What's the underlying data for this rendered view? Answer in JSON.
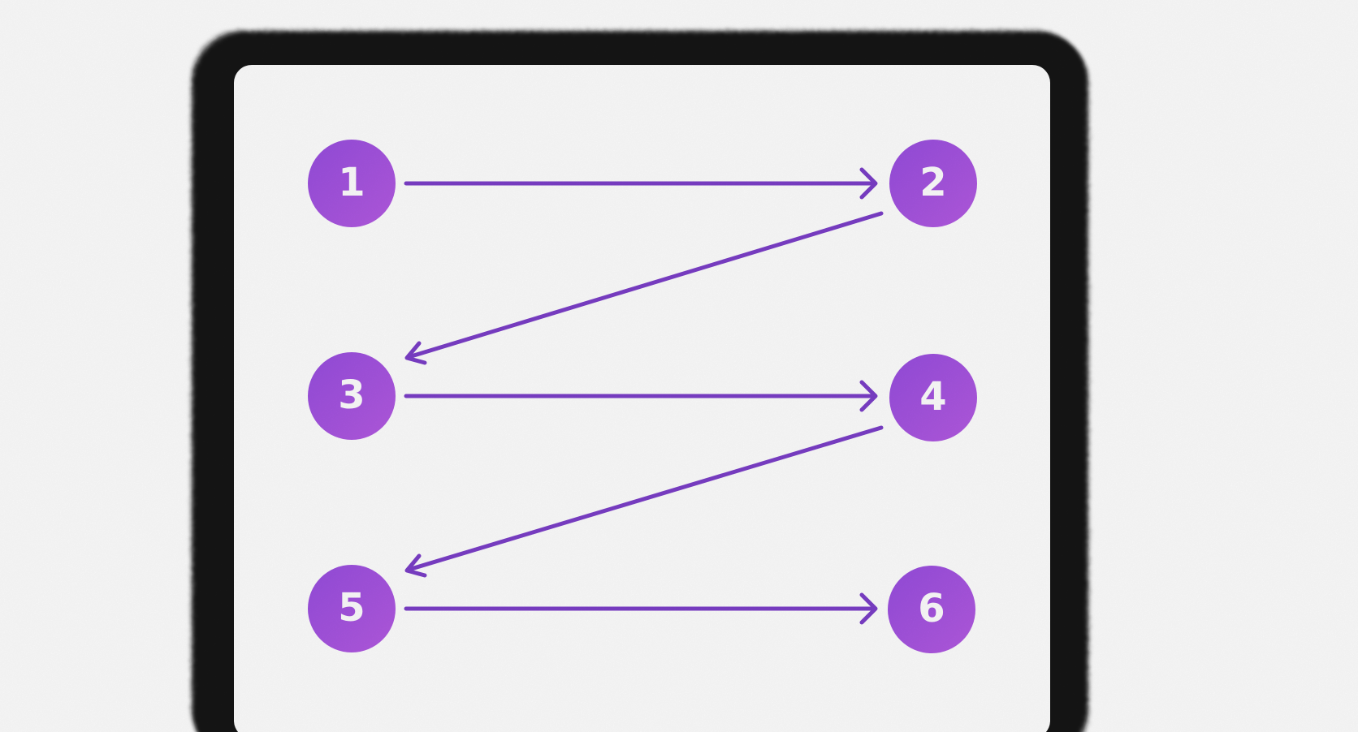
{
  "diagram": {
    "title_hint": "numbered-steps-flow",
    "nodes": [
      {
        "id": 1,
        "label": "1"
      },
      {
        "id": 2,
        "label": "2"
      },
      {
        "id": 3,
        "label": "3"
      },
      {
        "id": 4,
        "label": "4"
      },
      {
        "id": 5,
        "label": "5"
      },
      {
        "id": 6,
        "label": "6"
      }
    ],
    "edges": [
      {
        "name": "arrow-1-to-2",
        "from": "1",
        "to": "2",
        "direction": "right"
      },
      {
        "name": "arrow-2-to-3",
        "from": "2",
        "to": "3",
        "direction": "down-left"
      },
      {
        "name": "arrow-3-to-4",
        "from": "3",
        "to": "4",
        "direction": "right"
      },
      {
        "name": "arrow-4-to-5",
        "from": "4",
        "to": "5",
        "direction": "down-left"
      },
      {
        "name": "arrow-5-to-6",
        "from": "5",
        "to": "6",
        "direction": "right"
      }
    ]
  },
  "colors": {
    "page_bg": "#ffffff",
    "card_bg": "#ffffff",
    "shadow": "#141414",
    "arrow": "#7c3fc9",
    "node_gradient_start": "#9a4fe0",
    "node_gradient_end": "#b259e2",
    "number": "#ffffff"
  }
}
